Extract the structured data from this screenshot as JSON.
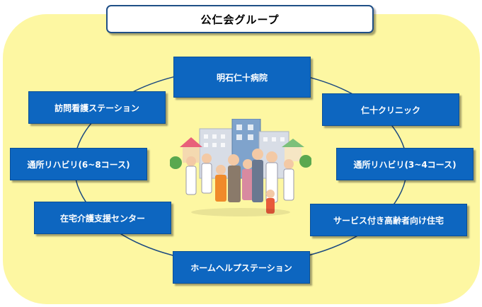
{
  "title": "公仁会グループ",
  "nodes": {
    "hospital": "明石仁十病院",
    "clinic": "仁十クリニック",
    "rehab_right": "通所リハビリ(3~4コース)",
    "housing": "サービス付き高齢者向け住宅",
    "helper": "ホームヘルプステーション",
    "care_support": "在宅介護支援センター",
    "rehab_left": "通所リハビリ(6~8コース)",
    "nursing": "訪問看護ステーション"
  },
  "colors": {
    "background": "#fdf7a2",
    "node_fill": "#0d66c0",
    "ring": "#1c4a80",
    "title_border": "#1f4f86"
  },
  "icons": {
    "center": "medical-staff-and-family-illustration"
  }
}
